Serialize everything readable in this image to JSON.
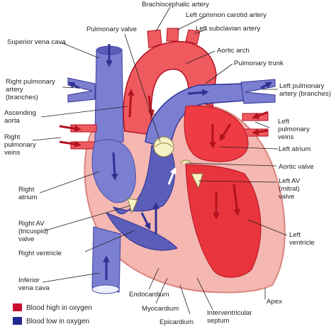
{
  "labels": {
    "brachiocephalic_artery": "Brachiocephalic artery",
    "left_common_carotid_artery": "Left common carotid artery",
    "pulmonary_valve": "Pulmonary valve",
    "left_subclavian_artery": "Left subclavian artery",
    "superior_vena_cava": "Superior vena cava",
    "aortic_arch": "Aortic arch",
    "pulmonary_trunk": "Pulmonary trunk",
    "right_pulmonary_artery": [
      "Right pulmonary",
      "artery",
      "(branches)"
    ],
    "left_pulmonary_artery": [
      "Left pulmonary",
      "artery (branches)"
    ],
    "ascending_aorta": [
      "Ascending",
      "aorta"
    ],
    "right_pulmonary_veins": [
      "Right",
      "pulmonary",
      "veins"
    ],
    "left_pulmonary_veins": [
      "Left",
      "pulmonary",
      "veins"
    ],
    "left_atrium": "Left atrium",
    "aortic_valve": "Aortic valve",
    "right_atrium": [
      "Right",
      "atrium"
    ],
    "left_av_valve": [
      "Left AV",
      "(mitral)",
      "valve"
    ],
    "right_av_valve": [
      "Right AV",
      "(tricuspid)",
      "valve"
    ],
    "right_ventricle": "Right ventricle",
    "left_ventricle": [
      "Left",
      "ventricle"
    ],
    "inferior_vena_cava": [
      "Inferior",
      "vena cava"
    ],
    "endocardium": "Endocardium",
    "myocardium": "Myocardium",
    "epicardium": "Epicardium",
    "interventricular_septum": [
      "Interventricular",
      "septum"
    ],
    "apex": "Apex"
  },
  "legend": [
    {
      "label": "Blood high in oxygen",
      "color": "#c8102e"
    },
    {
      "label": "Blood low in oxygen",
      "color": "#1f2a8c"
    }
  ],
  "colors": {
    "oxygen_rich": "#e8343d",
    "oxygen_rich_dark": "#b3121f",
    "oxygen_poor": "#7b7fd1",
    "oxygen_poor_dark": "#2e3191",
    "wall": "#f4b7b2",
    "wall_outline": "#d9847d"
  }
}
